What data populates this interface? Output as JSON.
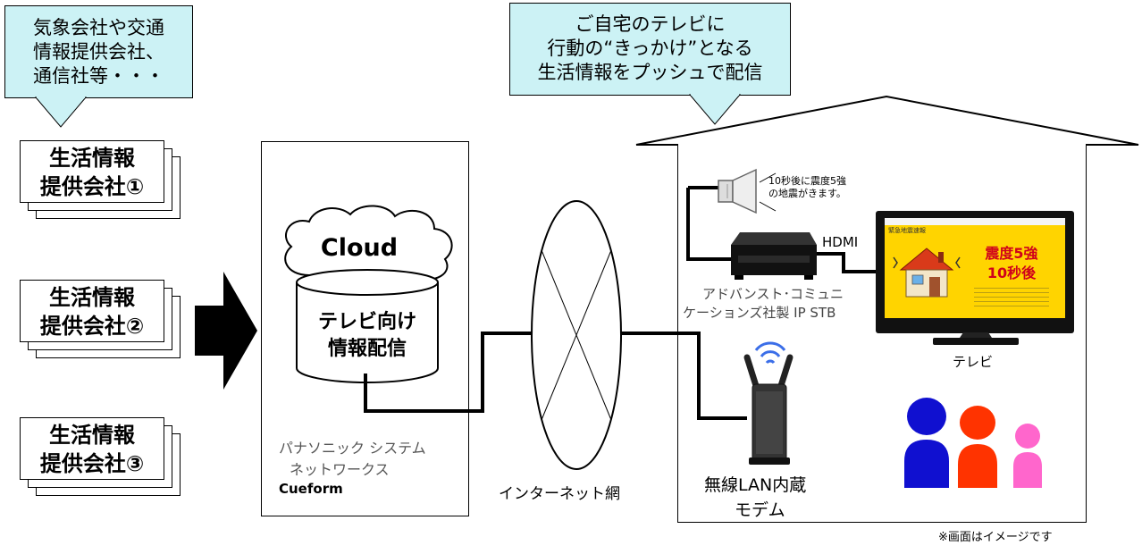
{
  "callout_sources": {
    "lines": [
      "気象会社や交通",
      "情報提供会社、",
      "通信社等・・・"
    ]
  },
  "callout_home": {
    "lines": [
      "ご自宅のテレビに",
      "行動の“きっかけ”となる",
      "生活情報をプッシュで配信"
    ]
  },
  "providers": [
    {
      "line1": "生活情報",
      "line2": "提供会社①"
    },
    {
      "line1": "生活情報",
      "line2": "提供会社②"
    },
    {
      "line1": "生活情報",
      "line2": "提供会社③"
    }
  ],
  "cloud_box": {
    "cloud_label": "Cloud",
    "db_line1": "テレビ向け",
    "db_line2": "情報配信",
    "company_line1": "パナソニック システム",
    "company_line2": "ネットワークス",
    "product": "Cueform"
  },
  "internet": {
    "label": "インターネット網"
  },
  "home": {
    "speaker_text_line1": "10秒後に震度5強",
    "speaker_text_line2": "の地震がきます。",
    "hdmi_label": "HDMI",
    "stb_line1": "アドバンスト･コミュニ",
    "stb_line2": "ケーションズ社製 IP STB",
    "tv_label": "テレビ",
    "tv_screen_title": "緊急地震速報",
    "tv_screen_line1": "震度5強",
    "tv_screen_line2": "10秒後",
    "modem_line1": "無線LAN内蔵",
    "modem_line2": "モデム"
  },
  "footnote": "※画面はイメージです",
  "colors": {
    "callout_fill": "#ccf2f5",
    "tv_screen": "#ffd400",
    "person_blue": "#1010d0",
    "person_red": "#ff3300",
    "person_pink": "#ff66cc",
    "wifi_blue": "#3b6ee8"
  }
}
